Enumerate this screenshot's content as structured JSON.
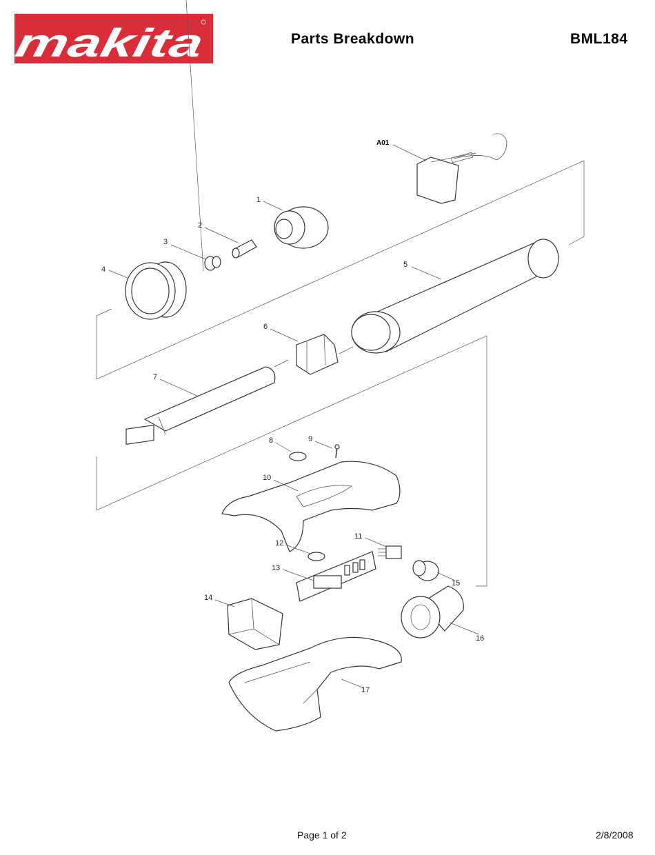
{
  "header": {
    "brand": "makita",
    "title": "Parts Breakdown",
    "model": "BML184"
  },
  "parts": {
    "A01": "A01",
    "p1": "1",
    "p2": "2",
    "p3": "3",
    "p4": "4",
    "p5": "5",
    "p6": "6",
    "p7": "7",
    "p8": "8",
    "p9": "9",
    "p10": "10",
    "p11": "11",
    "p12": "12",
    "p13": "13",
    "p14": "14",
    "p15": "15",
    "p16": "16",
    "p17": "17"
  },
  "footer": {
    "page": "Page 1 of 2",
    "date": "2/8/2008"
  },
  "colors": {
    "brand": "#d92e3a"
  }
}
